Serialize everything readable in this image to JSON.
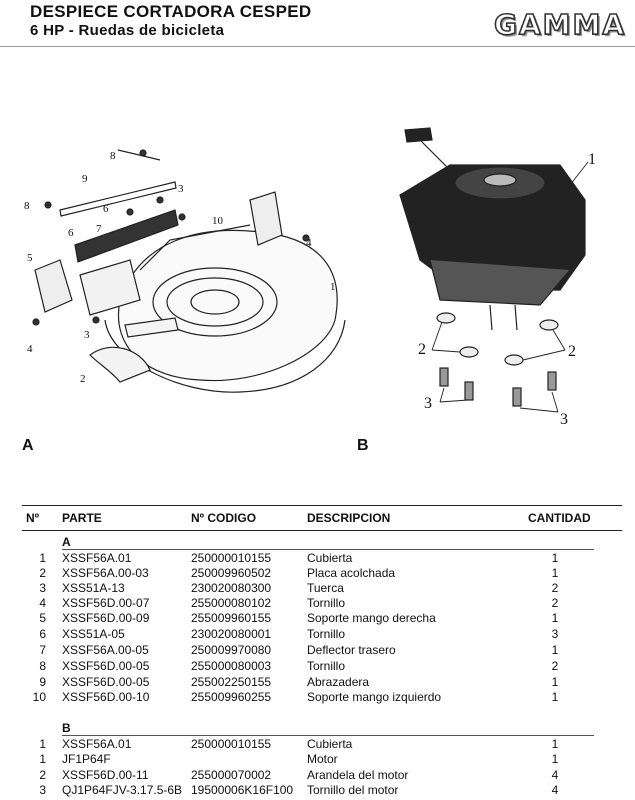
{
  "header": {
    "title_line1": "DESPIECE CORTADORA CESPED",
    "title_line2": "6 HP - Ruedas de bicicleta",
    "brand": "GAMMA"
  },
  "figures": {
    "label_a": "A",
    "label_b": "B",
    "callouts_a": [
      "8",
      "9",
      "8",
      "6",
      "6",
      "7",
      "3",
      "10",
      "4",
      "5",
      "4",
      "3",
      "2",
      "1"
    ],
    "callouts_b": [
      "1",
      "2",
      "2",
      "3",
      "3"
    ]
  },
  "table": {
    "columns": [
      "Nº",
      "PARTE",
      "Nº CODIGO",
      "DESCRIPCION",
      "CANTIDAD"
    ],
    "sections": [
      {
        "name": "A",
        "rows": [
          {
            "n": "1",
            "parte": "XSSF56A.01",
            "codigo": "250000010155",
            "desc": "Cubierta",
            "cant": "1"
          },
          {
            "n": "2",
            "parte": "XSSF56A.00-03",
            "codigo": "250009960502",
            "desc": "Placa acolchada",
            "cant": "1"
          },
          {
            "n": "3",
            "parte": "XSS51A-13",
            "codigo": "230020080300",
            "desc": "Tuerca",
            "cant": "2"
          },
          {
            "n": "4",
            "parte": "XSSF56D.00-07",
            "codigo": "255000080102",
            "desc": "Tornillo",
            "cant": "2"
          },
          {
            "n": "5",
            "parte": "XSSF56D.00-09",
            "codigo": "255009960155",
            "desc": "Soporte mango derecha",
            "cant": "1"
          },
          {
            "n": "6",
            "parte": "XSS51A-05",
            "codigo": "230020080001",
            "desc": "Tornillo",
            "cant": "3"
          },
          {
            "n": "7",
            "parte": "XSSF56A.00-05",
            "codigo": "250009970080",
            "desc": "Deflector trasero",
            "cant": "1"
          },
          {
            "n": "8",
            "parte": "XSSF56D.00-05",
            "codigo": "255000080003",
            "desc": "Tornillo",
            "cant": "2"
          },
          {
            "n": "9",
            "parte": "XSSF56D.00-05",
            "codigo": "255002250155",
            "desc": "Abrazadera",
            "cant": "1"
          },
          {
            "n": "10",
            "parte": "XSSF56D.00-10",
            "codigo": "255009960255",
            "desc": "Soporte mango izquierdo",
            "cant": "1"
          }
        ]
      },
      {
        "name": "B",
        "rows": [
          {
            "n": "1",
            "parte": "XSSF56A.01",
            "codigo": "250000010155",
            "desc": "Cubierta",
            "cant": "1"
          },
          {
            "n": "1",
            "parte": "JF1P64F",
            "codigo": "",
            "desc": "Motor",
            "cant": "1"
          },
          {
            "n": "2",
            "parte": "XSSF56D.00-11",
            "codigo": "255000070002",
            "desc": "Arandela del motor",
            "cant": "4"
          },
          {
            "n": "3",
            "parte": "QJ1P64FJV-3.17.5-6B",
            "codigo": "19500006K16F100",
            "desc": "Tornillo del motor",
            "cant": "4"
          }
        ]
      }
    ]
  }
}
